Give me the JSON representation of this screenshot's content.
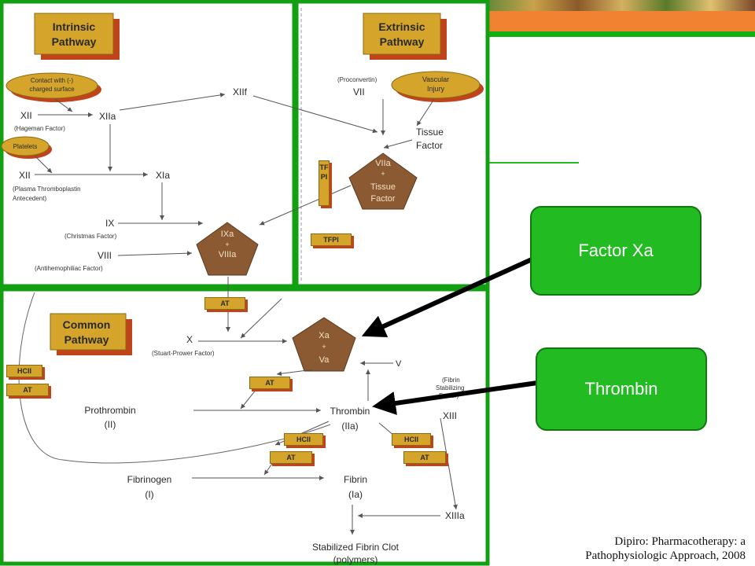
{
  "diagram": {
    "panels": {
      "intrinsic_title": [
        "Intrinsic",
        "Pathway"
      ],
      "extrinsic_title": [
        "Extrinsic",
        "Pathway"
      ],
      "common_title": [
        "Common",
        "Pathway"
      ]
    },
    "ovals": {
      "contact": [
        "Contact with (-)",
        "charged surface"
      ],
      "platelets": "Platelets",
      "vascular": [
        "Vascular",
        "Injury"
      ]
    },
    "factors": {
      "xii_1": "XII",
      "hageman": "(Hageman Factor)",
      "xiia": "XIIa",
      "xiif": "XIIf",
      "xii_2": "XII",
      "pta": [
        "(Plasma Thromboplastin",
        "Antecedent)"
      ],
      "xia": "XIa",
      "ix": "IX",
      "christmas": "(Christmas Factor)",
      "viii": "VIII",
      "antihemophiliac": "(Antihemophiliac Factor)",
      "proconvertin": "(Proconvertin)",
      "vii": "VII",
      "tissue_factor": [
        "Tissue",
        "Factor"
      ],
      "x": "X",
      "stuart": "(Stuart-Prower Factor)",
      "v": "V",
      "fsf": [
        "(Fibrin",
        "Stabilizing",
        "Factor)"
      ],
      "xiii": "XIII",
      "prothrombin": [
        "Prothrombin",
        "(II)"
      ],
      "thrombin": [
        "Thrombin",
        "(IIa)"
      ],
      "fibrinogen": [
        "Fibrinogen",
        "(I)"
      ],
      "fibrin": [
        "Fibrin",
        "(Ia)"
      ],
      "xiiia": "XIIIa",
      "clot": [
        "Stabilized Fibrin Clot",
        "(polymers)"
      ]
    },
    "pentagons": {
      "ixa": [
        "IXa",
        "+",
        "VIIIa"
      ],
      "viia": [
        "VIIa",
        "+",
        "Tissue",
        "Factor"
      ],
      "xa": [
        "Xa",
        "+",
        "Va"
      ]
    },
    "inhibitors": {
      "tfpi_vertical": "TFPI",
      "tfpi": "TFPI",
      "at": "AT",
      "hcii": "HCII"
    }
  },
  "callouts": {
    "factor_xa": "Factor Xa",
    "thrombin": "Thrombin"
  },
  "citation": [
    "Dipiro: Pharmacotherapy: a",
    "Pathophysiologic Approach, 2008"
  ],
  "colors": {
    "panel_border": "#12a012",
    "callout_fill": "#22bb22",
    "pentagon_fill": "#8b5a32",
    "title_box_fill": "#d4a52a",
    "title_box_shadow": "#c0431a",
    "accent_orange": "#f08232"
  }
}
